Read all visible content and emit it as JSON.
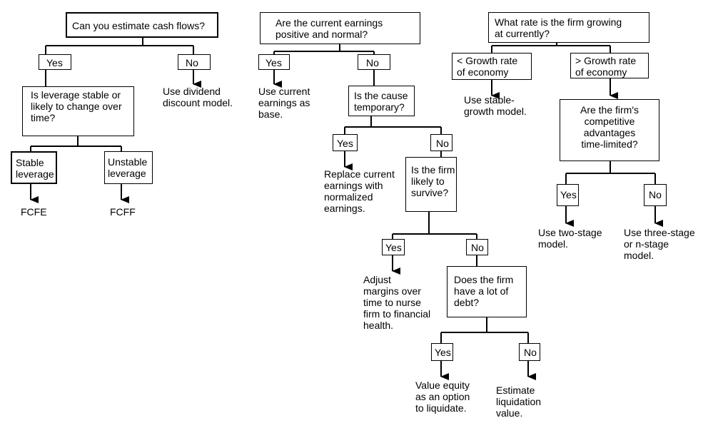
{
  "tree1": {
    "root": "Can you estimate cash flows?",
    "yes": "Yes",
    "no": "No",
    "no_result": "Use dividend\ndiscount model.",
    "leverage_question": "Is leverage stable or\nlikely to change over\ntime?",
    "stable": "Stable\nleverage",
    "unstable": "Unstable\nleverage",
    "fcfe": "FCFE",
    "fcff": "FCFF"
  },
  "tree2": {
    "root": "Are the current earnings\npositive and normal?",
    "yes": "Yes",
    "no": "No",
    "yes_result": "Use current\nearnings as\nbase.",
    "cause_question": "Is the cause\ntemporary?",
    "cause_yes": "Yes",
    "cause_no": "No",
    "cause_yes_result": "Replace current\nearnings with\nnormalized\nearnings.",
    "survive_question": "Is the firm\nlikely to\nsurvive?",
    "survive_yes": "Yes",
    "survive_no": "No",
    "survive_yes_result": "Adjust\nmargins over\ntime to nurse\nfirm to financial\nhealth.",
    "debt_question": "Does the firm\nhave a lot of\ndebt?",
    "debt_yes": "Yes",
    "debt_no": "No",
    "debt_yes_result": "Value equity\nas an option\nto liquidate.",
    "debt_no_result": "Estimate\nliquidation\nvalue."
  },
  "tree3": {
    "root": "What rate is the firm growing\nat currently?",
    "less": "< Growth rate\nof economy",
    "greater": "> Growth rate\nof economy",
    "less_result": "Use stable-\ngrowth model.",
    "advantage_question": "Are the firm's\ncompetitive\nadvantages\ntime-limited?",
    "adv_yes": "Yes",
    "adv_no": "No",
    "adv_yes_result": "Use two-stage\nmodel.",
    "adv_no_result": "Use three-stage\nor n-stage\nmodel."
  }
}
